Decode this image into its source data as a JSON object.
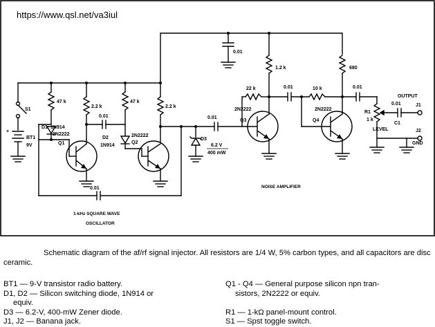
{
  "url": "https://www.qsl.net/va3iul",
  "components": {
    "s1": "S1",
    "bt1": "BT1",
    "bt1_voltage": "9V",
    "plus": "+",
    "r_47k_a": "47 k",
    "r_47k_b": "47 k",
    "r_2_2k_a": "2.2 k",
    "r_2_2k_b": "2.2 k",
    "c_001_osc": "0.01",
    "c_001_feedback": "0.01",
    "c_001_top": "0.01",
    "c_001_in": "0.01",
    "c_001_mid": "0.01",
    "c_001_out": "0.01",
    "d1": "D1",
    "d1_type": "1N914",
    "d2": "D2",
    "d2_type": "1N914",
    "q1": "Q1",
    "q1_type": "2N2222",
    "q2": "Q2",
    "q2_type": "2N2222",
    "q3": "Q3",
    "q3_type": "2N2222",
    "q4": "Q4",
    "q4_type": "2N2222",
    "d3": "D3",
    "d3_voltage": "6.2 V",
    "d3_power": "400 mW",
    "r_22k": "22 k",
    "r_1_2k": "1.2 k",
    "r_10k": "10 k",
    "r_680": "680",
    "r1": "R1",
    "r1_value": "1 k",
    "level": "LEVEL",
    "c1": "C1",
    "output": "OUTPUT",
    "j1": "J1",
    "j2": "J2",
    "gnd": "GND",
    "osc_label_1": "1-kHz SQUARE WAVE",
    "osc_label_2": "OSCILLATOR",
    "noise_amp": "NOISE AMPLIFIER"
  },
  "caption": {
    "intro": "Schematic diagram of the af/rf signal injector. All resistors are 1/4 W, 5% carbon types, and all capacitors are disc ceramic.",
    "parts_left": [
      "BT1 — 9-V transistor radio battery.",
      "D1, D2 — Silicon switching diode, 1N914 or",
      "equiv.",
      "D3 — 6.2-V, 400-mW Zener diode.",
      "J1, J2 — Banana jack."
    ],
    "parts_right": [
      "Q1 - Q4 — General purpose silicon npn tran-",
      "sistors, 2N2222 or equiv.",
      "R1 — 1-kΩ panel-mount control.",
      "S1 — Spst toggle switch."
    ]
  }
}
